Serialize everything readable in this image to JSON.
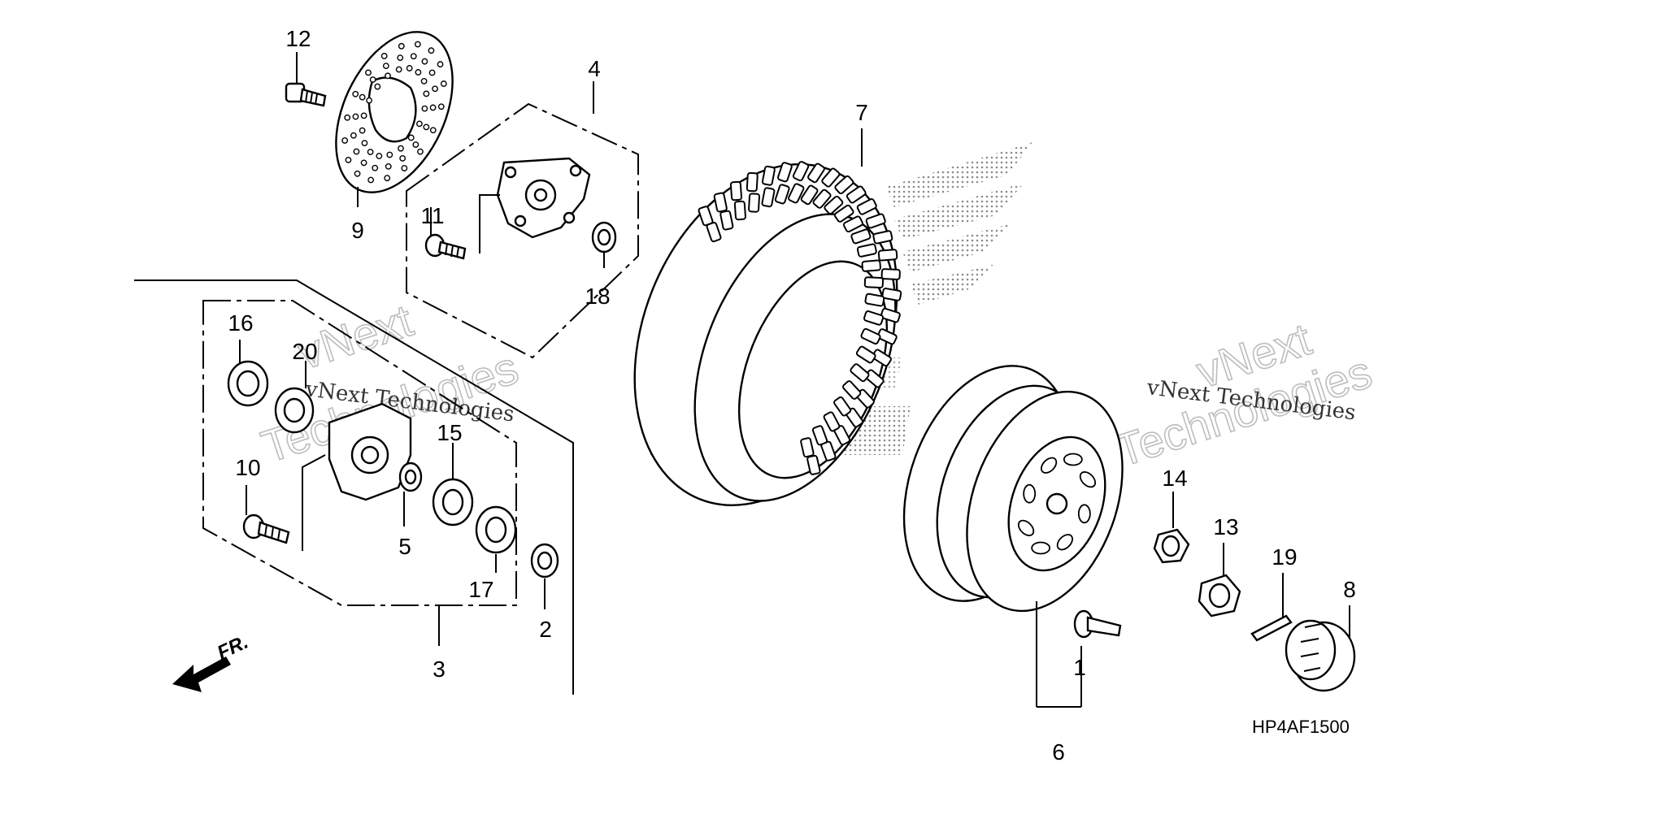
{
  "callouts": {
    "c1": "1",
    "c2": "2",
    "c3": "3",
    "c4": "4",
    "c5": "5",
    "c6": "6",
    "c7": "7",
    "c8": "8",
    "c9": "9",
    "c10": "10",
    "c11": "11",
    "c12": "12",
    "c13": "13",
    "c14": "14",
    "c15": "15",
    "c16": "16",
    "c17": "17",
    "c18": "18",
    "c19": "19",
    "c20": "20"
  },
  "diagram_code": "HP4AF1500",
  "direction_label": "FR.",
  "watermarks": {
    "left_big_1": "vNext",
    "left_big_2": "Technologies",
    "left_small": "vNext Technologies",
    "right_big_1": "vNext",
    "right_big_2": "Technologies",
    "right_small": "vNext Technologies"
  }
}
